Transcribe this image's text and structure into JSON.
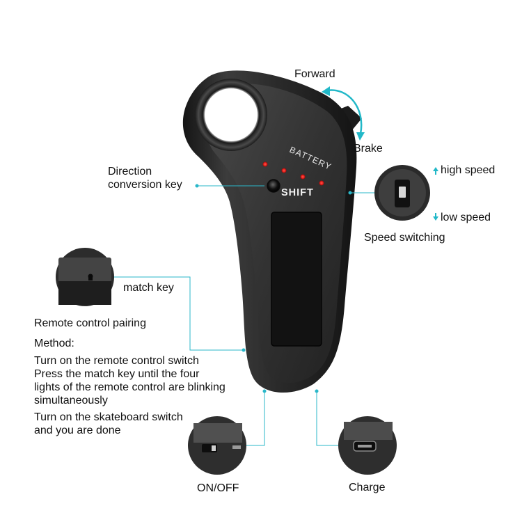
{
  "labels": {
    "forward": "Forward",
    "brake": "Brake",
    "direction_key_line1": "Direction",
    "direction_key_line2": "conversion key",
    "high_speed": "high speed",
    "low_speed": "low speed",
    "speed_switching": "Speed switching",
    "match_key": "match key",
    "remote_pairing": "Remote control pairing",
    "method_title": "Method:",
    "method_lines": [
      "Turn on the remote control switch",
      "Press the match key until the four",
      "lights of the remote control are blinking",
      "simultaneously"
    ],
    "skateboard_lines": [
      "Turn on the skateboard switch",
      "and you are done"
    ],
    "on_off": "ON/OFF",
    "charge": "Charge"
  },
  "device": {
    "battery_text": "BATTERY",
    "shift_text": "SHIFT",
    "battery_light_count": 4
  },
  "colors": {
    "leader": "#2ab7c9",
    "arrow": "#22b8c8",
    "led": "#e8201e",
    "body_dark": "#1c1c1c",
    "body_mid": "#3a3a3a"
  }
}
